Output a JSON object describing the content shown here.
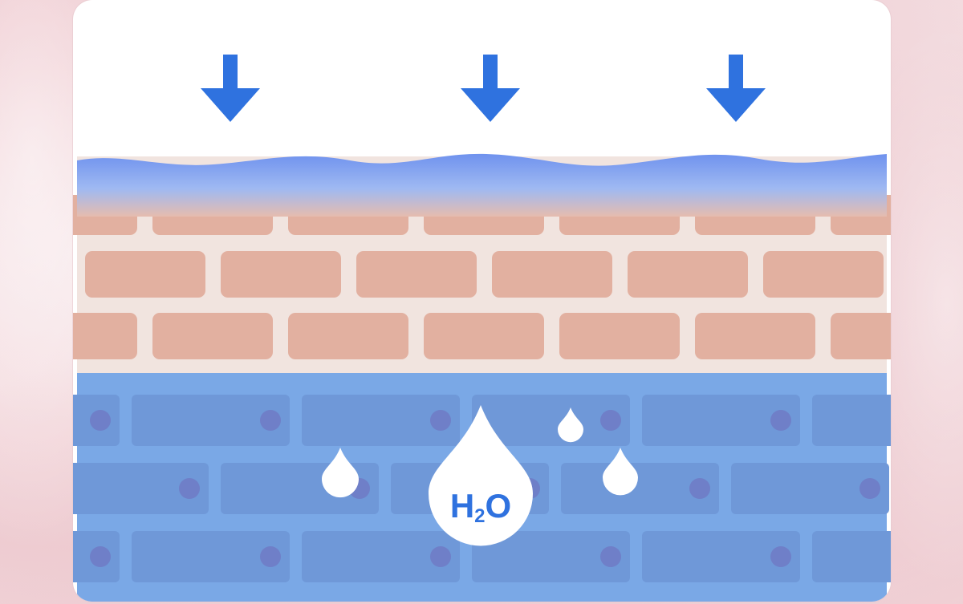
{
  "diagram": {
    "molecule_label": {
      "main": "H",
      "sub": "2",
      "end": "O"
    },
    "colors": {
      "arrow": "#2f72df",
      "film_top": "#7a9ff0",
      "brick": "#e2b0a0",
      "mortar": "#f1e4df",
      "lower_layer": "#7aa8e6",
      "lower_cell": "#6f98d8",
      "nucleus": "#6f7fc8",
      "drop": "#ffffff",
      "label": "#2f72df"
    },
    "icons": [
      "arrow-down-icon",
      "water-drop-icon"
    ]
  }
}
